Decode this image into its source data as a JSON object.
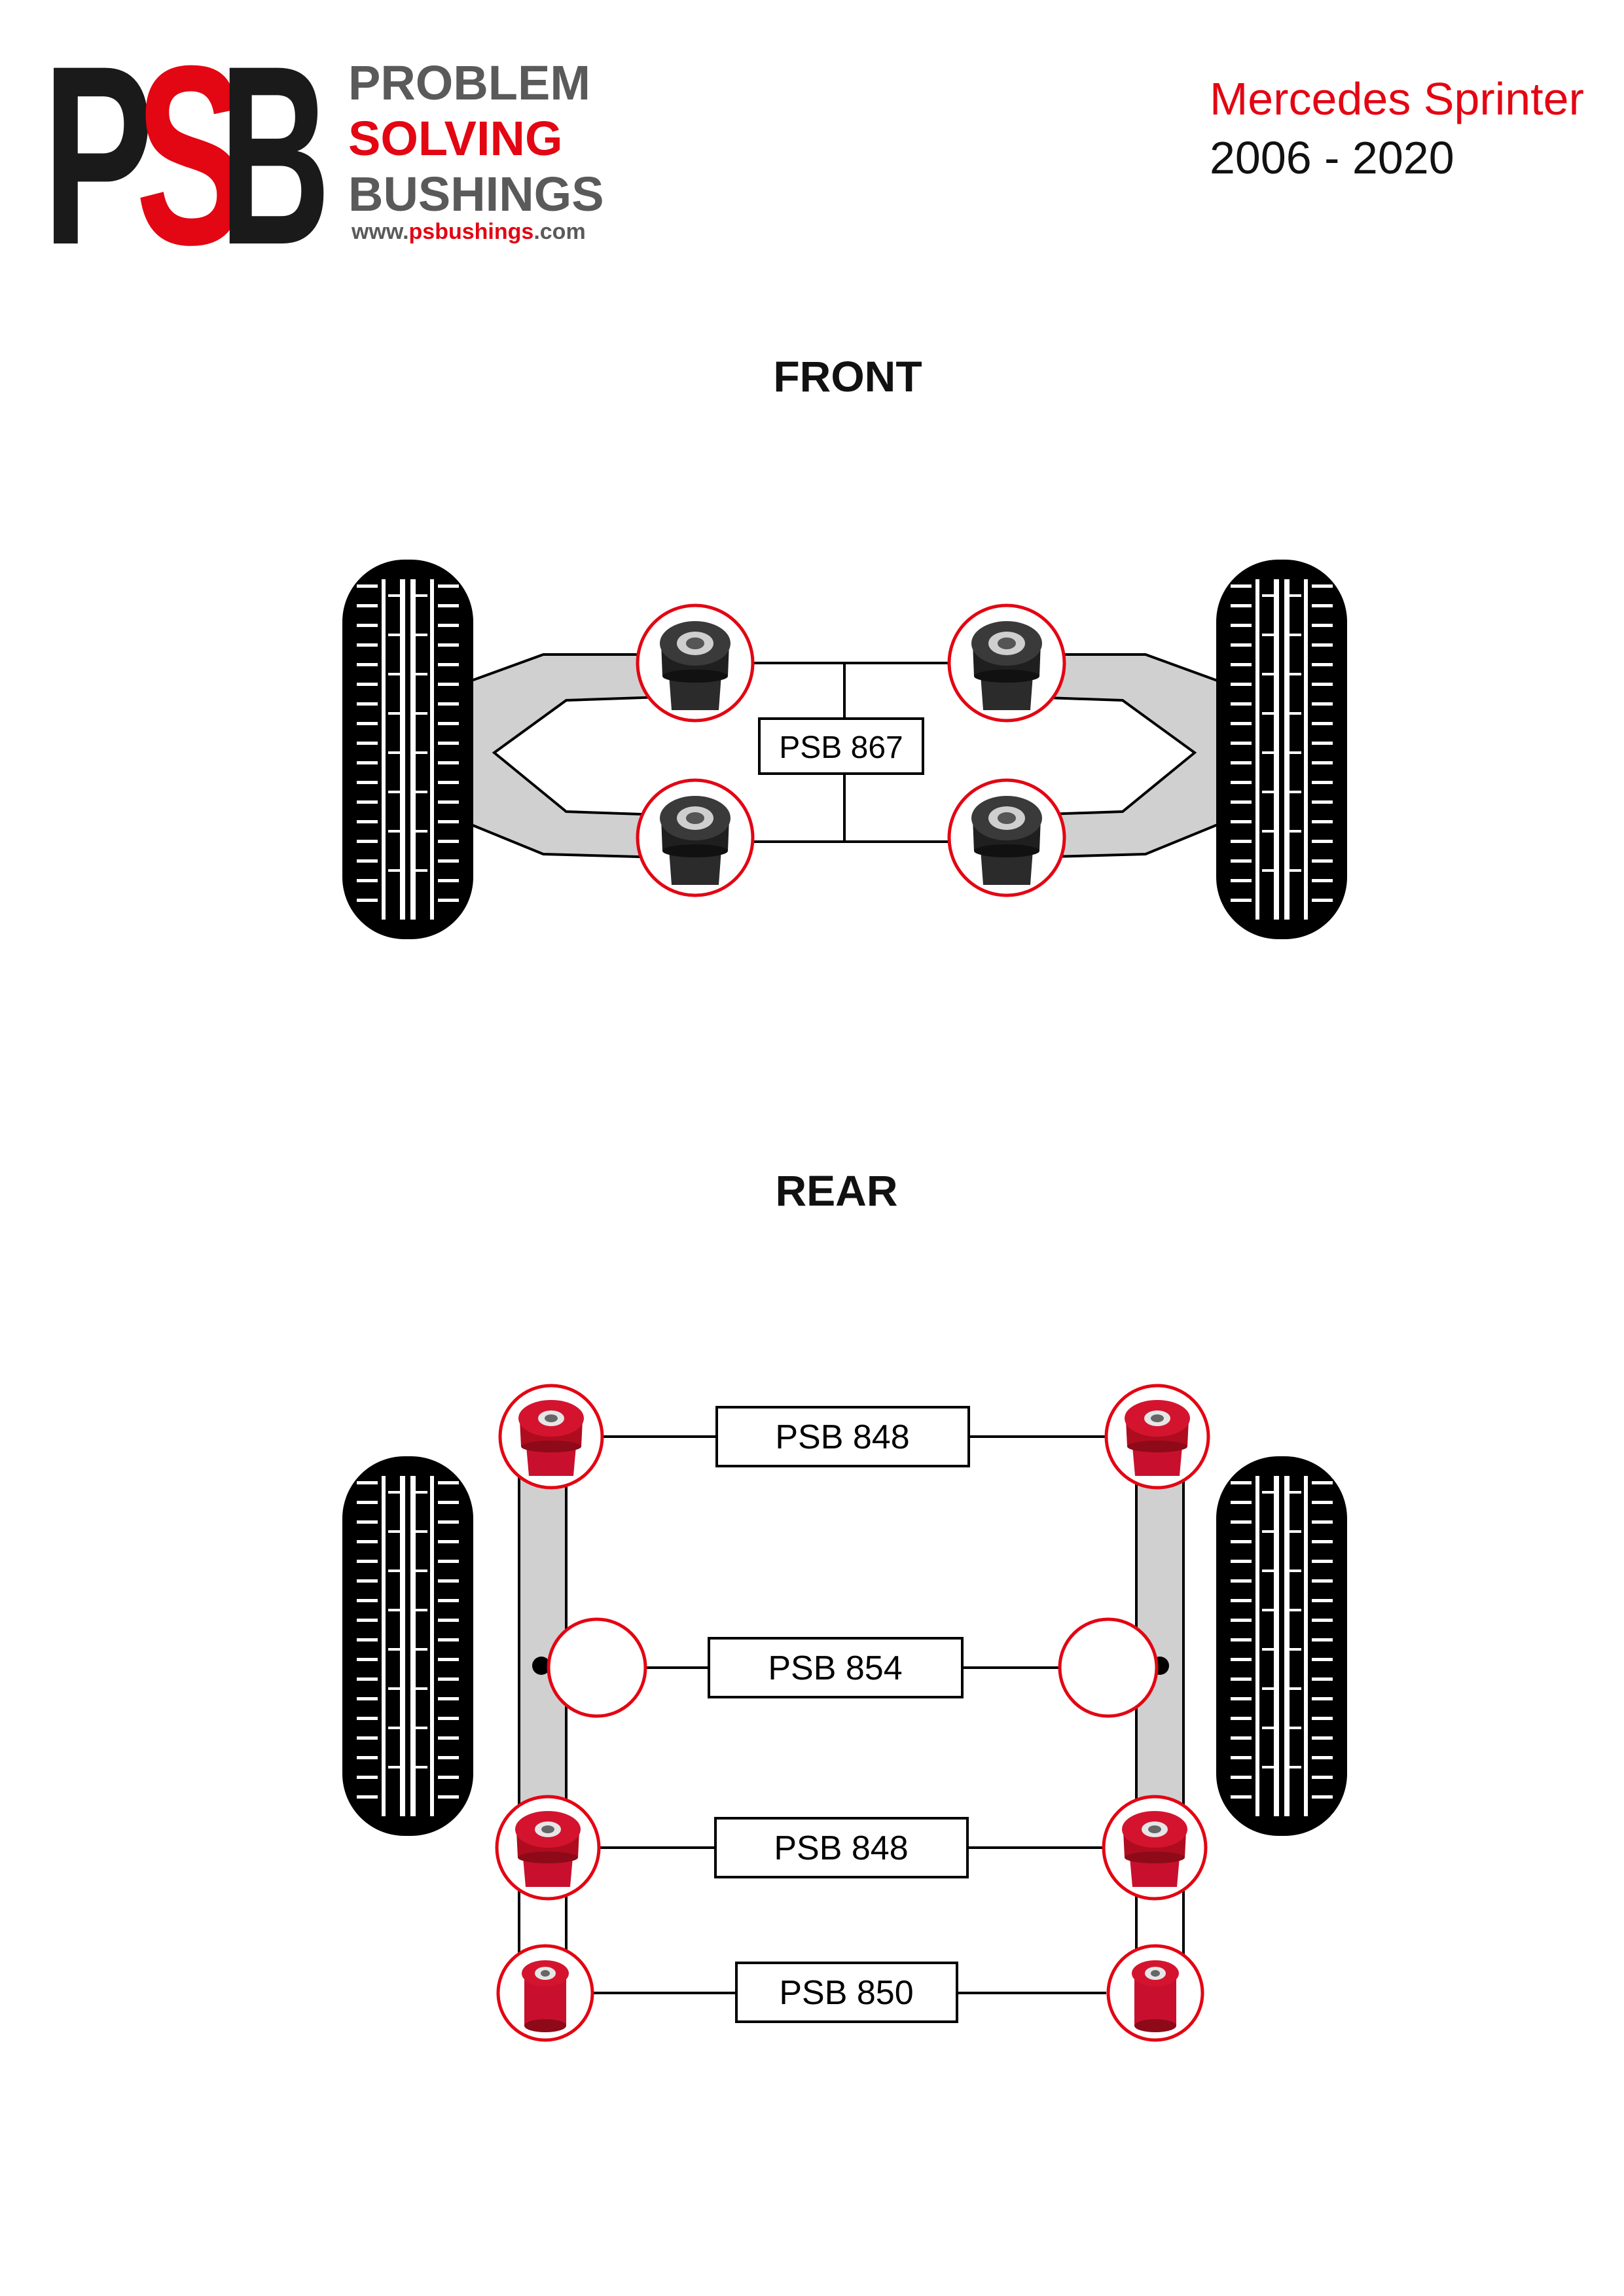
{
  "logo": {
    "letters": [
      "P",
      "S",
      "B"
    ],
    "line1": "PROBLEM",
    "line2": "SOLVING",
    "line3": "BUSHINGS",
    "url_prefix": "www.",
    "url_brand": "psbushings",
    "url_suffix": ".com"
  },
  "vehicle": {
    "model": "Mercedes Sprinter",
    "years": "2006 - 2020"
  },
  "front": {
    "heading": "FRONT",
    "part_label": "PSB 867"
  },
  "rear": {
    "heading": "REAR",
    "part_labels": [
      "PSB 848",
      "PSB 854",
      "PSB 848",
      "PSB 850"
    ]
  },
  "colors": {
    "brand_red": "#e30613",
    "logo_black": "#1a1a1a",
    "logo_grey": "#5a5a5a",
    "arm_grey": "#d0d0d0",
    "bushing_black": "#222222",
    "bushing_red": "#c8102e"
  }
}
